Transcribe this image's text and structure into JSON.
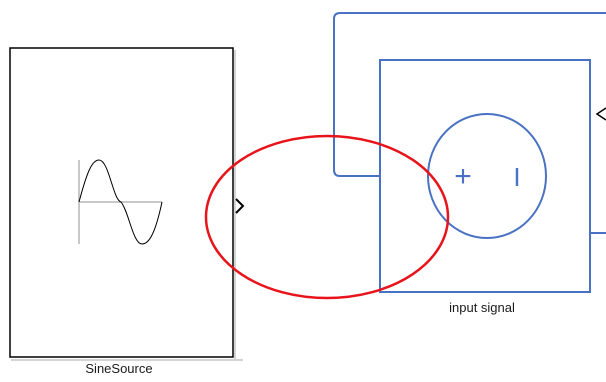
{
  "blocks": {
    "sine_source": {
      "name": "SineSource",
      "icon": "sine-wave-icon"
    },
    "voltage_source": {
      "name": "input signal",
      "icon": "controlled-voltage-source-icon",
      "plus_symbol": "+",
      "minus_symbol": "I"
    }
  },
  "annotation": {
    "shape": "ellipse",
    "color": "#e8141b"
  },
  "colors": {
    "block_border": "#000000",
    "physical_line": "#4a72c4",
    "annotation": "#e8141b"
  }
}
